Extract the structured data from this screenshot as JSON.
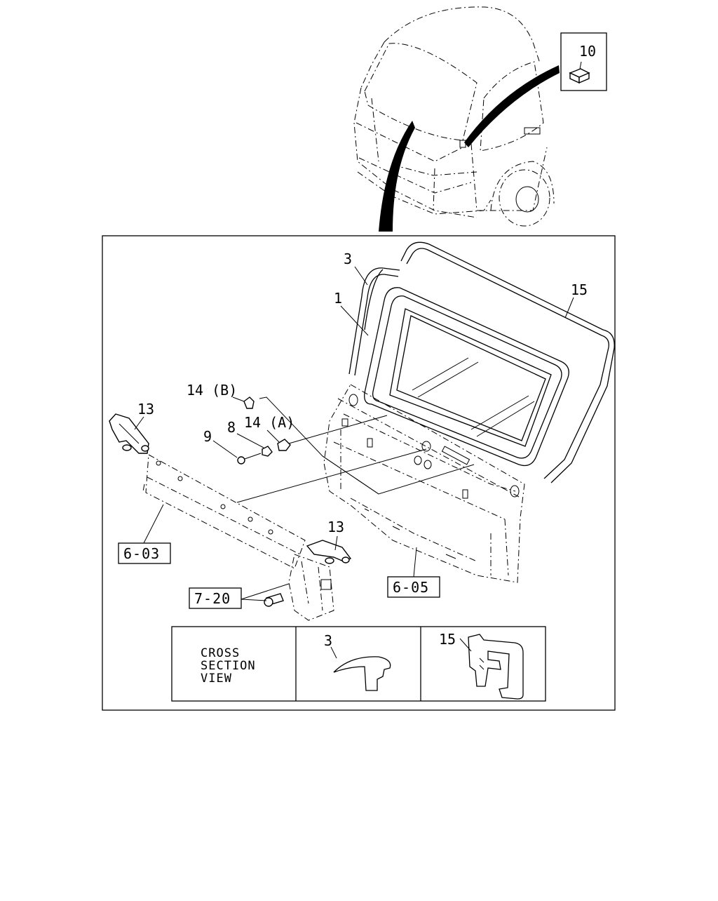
{
  "callouts": {
    "c10": "10",
    "c3": "3",
    "c1": "1",
    "c15": "15",
    "c14b": "14 (B)",
    "c13a": "13",
    "c8": "8",
    "c14a": "14 (A)",
    "c9": "9",
    "c13b": "13",
    "cs3": "3",
    "cs15": "15"
  },
  "references": {
    "r603": "6-03",
    "r605": "6-05",
    "r720": "7-20"
  },
  "cross_section": {
    "line1": "CROSS",
    "line2": "SECTION",
    "line3": "VIEW"
  }
}
